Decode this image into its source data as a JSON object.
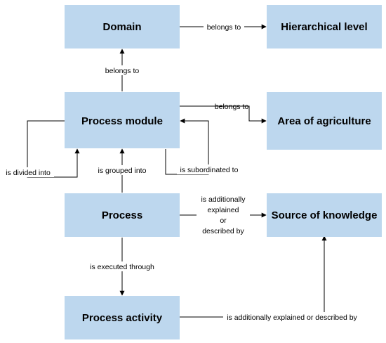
{
  "nodes": {
    "domain": "Domain",
    "hierarchical_level": "Hierarchical level",
    "process_module": "Process module",
    "area_of_agriculture": "Area of agriculture",
    "process": "Process",
    "source_of_knowledge": "Source of knowledge",
    "process_activity": "Process activity"
  },
  "edges": {
    "domain_to_hierarchical": "belongs to",
    "module_to_domain": "belongs to",
    "module_to_area": "belongs to",
    "module_divided": "is divided into",
    "process_grouped": "is grouped into",
    "module_subordinated": "is subordinated to",
    "process_to_source": [
      "is additionally",
      "explained",
      "or",
      "described by"
    ],
    "process_executed": "is executed through",
    "activity_to_source": "is additionally explained or described by"
  },
  "colors": {
    "box_fill": "#bdd7ee",
    "line": "#000000"
  }
}
